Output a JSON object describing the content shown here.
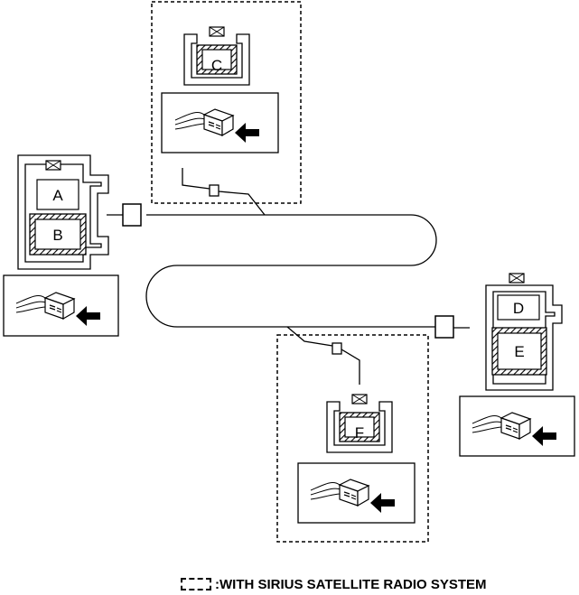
{
  "connectors": {
    "a": "A",
    "b": "B",
    "c": "C",
    "d": "D",
    "e": "E",
    "f": "F"
  },
  "legend": {
    "text": ":WITH SIRIUS SATELLITE RADIO SYSTEM"
  },
  "icons": {
    "insert_arrow": "arrow-icon",
    "lock_mark": "lock-x-icon"
  }
}
